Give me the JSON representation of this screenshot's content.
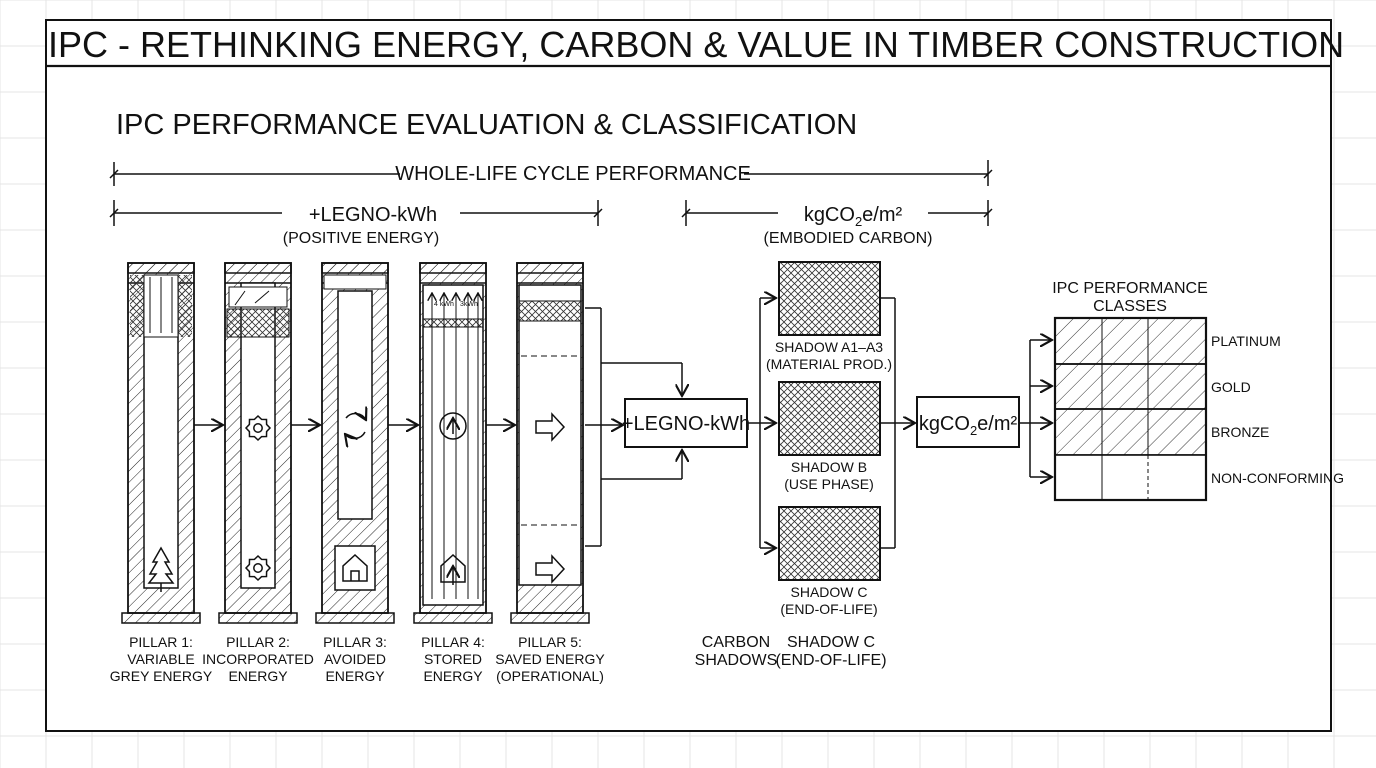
{
  "title": "IPC - RETHINKING ENERGY, CARBON & VALUE IN TIMBER CONSTRUCTION",
  "subtitle": "IPC PERFORMANCE EVALUATION & CLASSIFICATION",
  "whole_life_label": "WHOLE-LIFE CYCLE PERFORMANCE",
  "positive_energy": {
    "unit": "+LEGNO-kWh",
    "desc": "(POSITIVE ENERGY)"
  },
  "embodied_carbon": {
    "unit_base": "kgCO",
    "unit_sub": "2",
    "unit_tail": "e/m²",
    "desc": "(EMBODIED CARBON)"
  },
  "pillars": [
    {
      "line1": "PILLAR 1:",
      "line2": "VARIABLE",
      "line3": "GREY ENERGY",
      "icon": "tree-icon"
    },
    {
      "line1": "PILLAR 2:",
      "line2": "INCORPORATED",
      "line3": "ENERGY",
      "icon": "gear-icon"
    },
    {
      "line1": "PILLAR 3:",
      "line2": "AVOIDED",
      "line3": "ENERGY",
      "icon": "recycle-icon"
    },
    {
      "line1": "PILLAR 4:",
      "line2": "STORED",
      "line3": "ENERGY",
      "icon": "storage-icon"
    },
    {
      "line1": "PILLAR 5:",
      "line2": "SAVED ENERGY",
      "line3": "(OPERATIONAL)",
      "icon": "arrow-icon"
    }
  ],
  "pillar4_marks": [
    "4 kWh",
    "3kWh"
  ],
  "legno_box": "+LEGNO-kWh",
  "carbon_box": {
    "base": "kgCO",
    "sub": "2",
    "tail": "e/m²"
  },
  "shadows": [
    {
      "line1": "SHADOW A1–A3",
      "line2": "(MATERIAL PROD.)"
    },
    {
      "line1": "SHADOW B",
      "line2": "(USE PHASE)"
    },
    {
      "line1": "SHADOW C",
      "line2": "(END-OF-LIFE)"
    }
  ],
  "carbon_shadows_label": {
    "line1": "CARBON",
    "line2": "SHADOWS"
  },
  "shadow_c_repeat": {
    "line1": "SHADOW C",
    "line2": "(END-OF-LIFE)"
  },
  "classes_title": {
    "line1": "IPC PERFORMANCE",
    "line2": "CLASSES"
  },
  "classes": [
    "PLATINUM",
    "GOLD",
    "BRONZE",
    "NON-CONFORMING"
  ]
}
